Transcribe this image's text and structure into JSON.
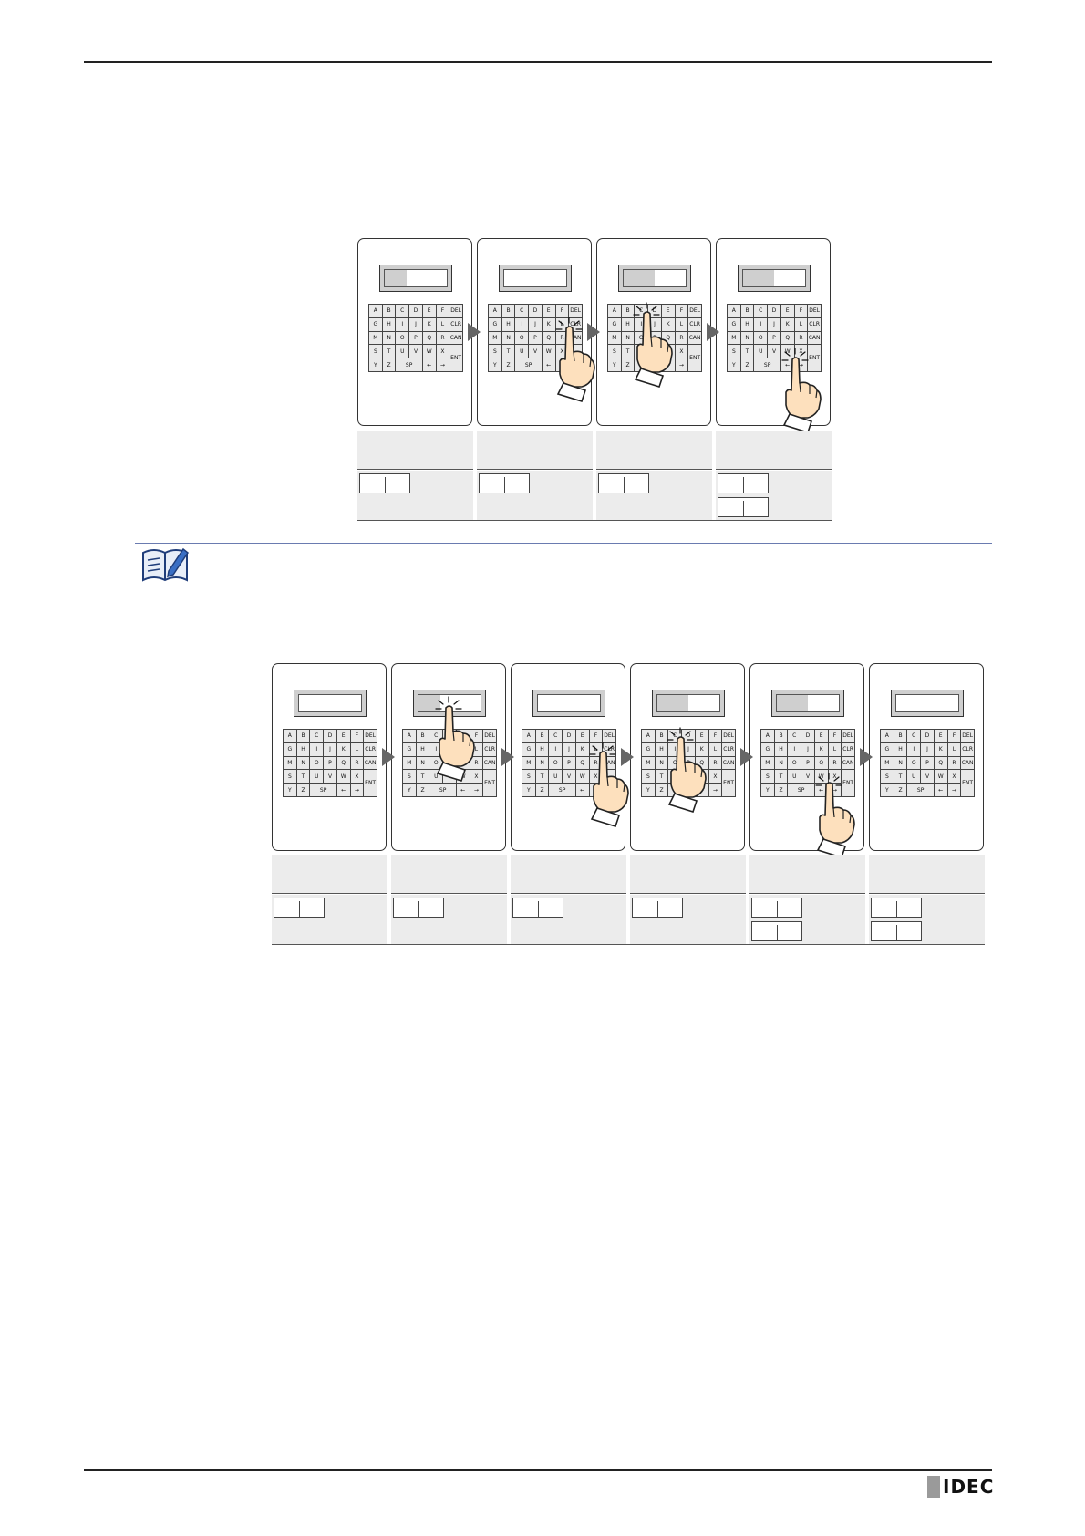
{
  "brand": {
    "logo_text": "IDEC"
  },
  "keyboard": {
    "rows": [
      [
        "A",
        "B",
        "C",
        "D",
        "E",
        "F",
        "DEL"
      ],
      [
        "G",
        "H",
        "I",
        "J",
        "K",
        "L",
        "CLR"
      ],
      [
        "M",
        "N",
        "O",
        "P",
        "Q",
        "R",
        "CAN"
      ],
      [
        "S",
        "T",
        "U",
        "V",
        "W",
        "X",
        "ENT"
      ],
      [
        "Y",
        "Z",
        "SP",
        "←",
        "→"
      ]
    ]
  },
  "figure1": {
    "panels": [
      {
        "display_highlight": 0.35,
        "hand": "none"
      },
      {
        "display_highlight": 0.0,
        "hand": "CLR"
      },
      {
        "display_highlight": 0.5,
        "hand": "C"
      },
      {
        "display_highlight": 0.5,
        "hand": "ENT"
      }
    ],
    "table_registers": [
      1,
      1,
      1,
      2
    ]
  },
  "figure2": {
    "panels": [
      {
        "display_highlight": 0.0,
        "hand": "none"
      },
      {
        "display_highlight": 0.35,
        "hand": "display"
      },
      {
        "display_highlight": 0.0,
        "hand": "CLR"
      },
      {
        "display_highlight": 0.5,
        "hand": "C"
      },
      {
        "display_highlight": 0.5,
        "hand": "ENT"
      },
      {
        "display_highlight": 0.0,
        "hand": "none"
      }
    ],
    "table_registers": [
      1,
      1,
      1,
      1,
      2,
      2
    ]
  },
  "icons": {
    "note": "note-pencil-icon",
    "hand": "pointing-hand-icon",
    "arrow": "right-triangle-arrow-icon"
  }
}
